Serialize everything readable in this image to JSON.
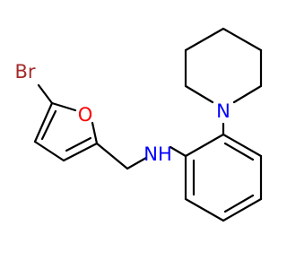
{
  "molecule": {
    "atoms": {
      "br": {
        "label": "Br",
        "color": "#a52a2a"
      },
      "o": {
        "label": "O",
        "color": "#ff0000"
      },
      "nh": {
        "label": "NH",
        "color": "#0000ff"
      },
      "n": {
        "label": "N",
        "color": "#0000ff"
      }
    },
    "bond_color": "#000000",
    "background": "#ffffff"
  }
}
